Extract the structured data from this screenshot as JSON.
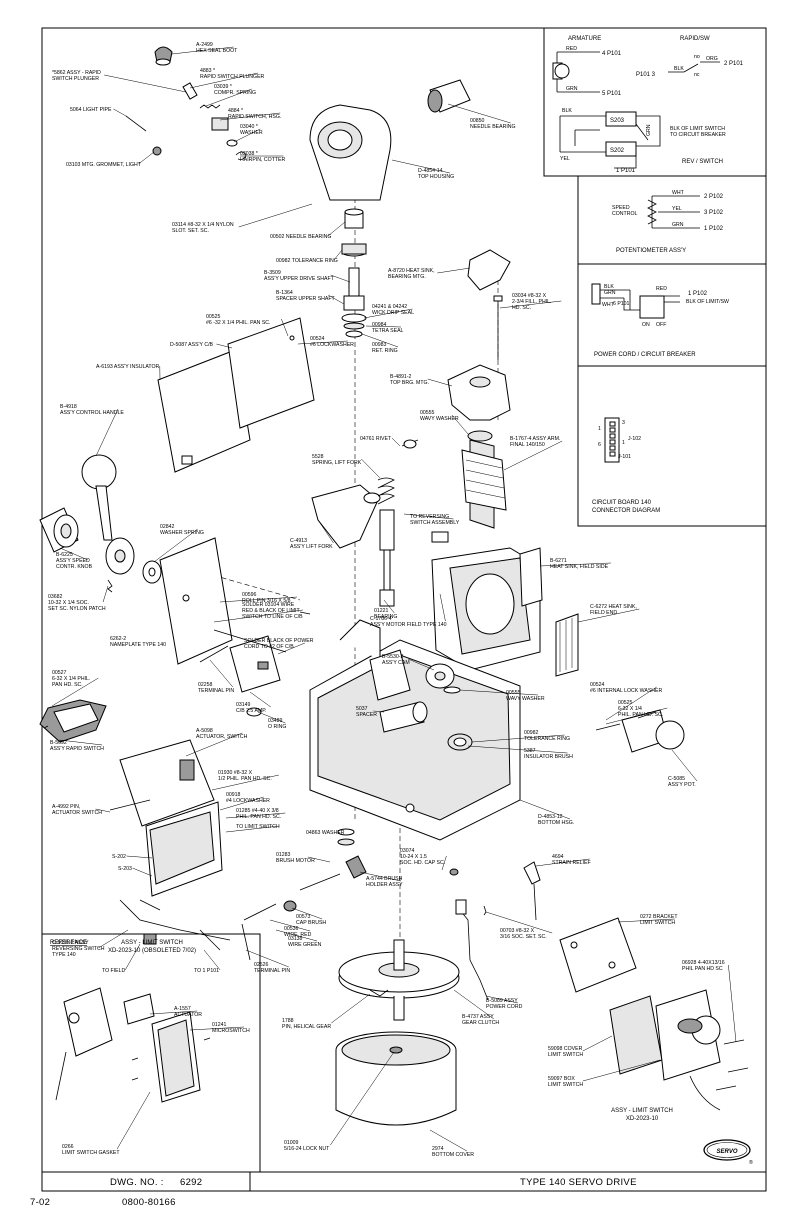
{
  "drawing": {
    "title_label": "TYPE 140 SERVO DRIVE",
    "dwg_no_label": "DWG. NO. :",
    "dwg_no": "6292",
    "date": "7-02",
    "part_no": "0800-80166",
    "logo_text": "SERVO"
  },
  "schematics": {
    "armature": {
      "title": "ARMATURE",
      "red": "RED",
      "grn": "GRN",
      "p4": "4  P101",
      "p5": "5  P101"
    },
    "rapid": {
      "title": "RAPID/SW",
      "p101_3": "P101  3",
      "blk": "BLK",
      "org": "ORG",
      "no": "no",
      "nc": "nc",
      "c": "c",
      "p2": "2  P101"
    },
    "rev": {
      "title": "REV / SWITCH",
      "s203": "S203",
      "s202": "S202",
      "blk": "BLK",
      "yel": "YEL",
      "grn": "GRN",
      "note": "BLK OF LIMIT SWITCH",
      "note2": "TO CIRCUIT BREAKER",
      "p1": "1  P101"
    },
    "pot": {
      "title": "POTENTIOMETER ASS'Y",
      "speed": "SPEED",
      "control": "CONTROL",
      "wht": "WHT",
      "yel": "YEL",
      "grn": "GRN",
      "p2": "2  P102",
      "p3": "3  P102",
      "p1": "1  P102"
    },
    "cord": {
      "title": "POWER CORD / CIRCUIT BREAKER",
      "blk": "BLK",
      "grn": "GRN",
      "wht": "WHT",
      "red": "RED",
      "p6": "6  P101",
      "p1": "1  P102",
      "blk_limit": "BLK OF LIMIT/SW",
      "on": "ON",
      "off": "OFF"
    },
    "board": {
      "title": "CIRCUIT BOARD 140",
      "title2": "CONNECTOR DIAGRAM",
      "j102": "J-102",
      "j101": "J-101",
      "n1": "1",
      "n3": "3",
      "n6": "6",
      "n1b": "1"
    }
  },
  "reference": {
    "header": "REFERENCE",
    "title": "ASSY - LIMIT SWITCH",
    "subtitle": "XD-2023-10 (OBSOLETED 7/02)"
  },
  "limit_assy": {
    "title": "ASSY - LIMIT SWITCH",
    "subtitle": "XD-2023-10"
  },
  "callouts": [
    {
      "id": "c01",
      "lines": [
        "A-2499",
        "HEX SEAL BOOT"
      ]
    },
    {
      "id": "c02",
      "lines": [
        "*5862 ASSY - RAPID",
        "SWITCH PLUNGER"
      ]
    },
    {
      "id": "c03",
      "lines": [
        "4883 *",
        "RAPID SWITCH PLUNGER"
      ]
    },
    {
      "id": "c04",
      "lines": [
        "03039 *",
        "COMPR. SPRING"
      ]
    },
    {
      "id": "c05",
      "lines": [
        "5064 LIGHT PIPE"
      ]
    },
    {
      "id": "c06",
      "lines": [
        "4884 *",
        "RAPID SWITCH, HSG."
      ]
    },
    {
      "id": "c07",
      "lines": [
        "03040 *",
        "WASHER"
      ]
    },
    {
      "id": "c08",
      "lines": [
        "03038 *",
        "HAIRPIN, COTTER"
      ]
    },
    {
      "id": "c09",
      "lines": [
        "03103 MTG. GROMMET, LIGHT"
      ]
    },
    {
      "id": "c10",
      "lines": [
        "00850",
        "NEEDLE BEARING"
      ]
    },
    {
      "id": "c11",
      "lines": [
        "D-4854-14",
        "TOP HOUSING"
      ]
    },
    {
      "id": "c12",
      "lines": [
        "03114 #8-32 X 1/4 NYLON",
        "SLOT. SET. SC."
      ]
    },
    {
      "id": "c13",
      "lines": [
        "00502 NEEDLE BEARING"
      ]
    },
    {
      "id": "c14",
      "lines": [
        "00982 TOLERANCE RING"
      ]
    },
    {
      "id": "c15",
      "lines": [
        "B-3509",
        "ASS'Y UPPER DRIVE SHAFT"
      ]
    },
    {
      "id": "c16",
      "lines": [
        "A-8720 HEAT SINK,",
        "BEARING MTG."
      ]
    },
    {
      "id": "c17",
      "lines": [
        "B-1364",
        "SPACER UPPER SHAFT"
      ]
    },
    {
      "id": "c18",
      "lines": [
        "03034 #8-32 X",
        "2-3/4 FILL. PHIL.",
        "HD. SC."
      ]
    },
    {
      "id": "c19",
      "lines": [
        "04241 & 04242",
        "WICK DRIP SEAL"
      ]
    },
    {
      "id": "c20",
      "lines": [
        "00525",
        "#6 -32 X 1/4 PHIL. PAN SC."
      ]
    },
    {
      "id": "c21",
      "lines": [
        "00984",
        "TETRA SEAL"
      ]
    },
    {
      "id": "c22",
      "lines": [
        "00524",
        "#6 LOCKWASHER"
      ]
    },
    {
      "id": "c23",
      "lines": [
        "D-5087 ASS'Y C/B"
      ]
    },
    {
      "id": "c24",
      "lines": [
        "00983",
        "RET. RING"
      ]
    },
    {
      "id": "c25",
      "lines": [
        "A-6193 ASS'Y INSULATOR"
      ]
    },
    {
      "id": "c26",
      "lines": [
        "B-4891-2",
        "TOP BRG. MTG."
      ]
    },
    {
      "id": "c27",
      "lines": [
        "00555",
        "WAVY WASHER"
      ]
    },
    {
      "id": "c28",
      "lines": [
        "B-4918",
        "ASS'Y CONTROL HANDLE"
      ]
    },
    {
      "id": "c29",
      "lines": [
        "04761 RIVET"
      ]
    },
    {
      "id": "c30",
      "lines": [
        "5528",
        "SPRING, LIFT FORK"
      ]
    },
    {
      "id": "c31",
      "lines": [
        "B-1767-4 ASSY ARM.",
        "FINAL 140/150"
      ]
    },
    {
      "id": "c32",
      "lines": [
        "TO REVERSING",
        "SWITCH ASSEMBLY"
      ]
    },
    {
      "id": "c33",
      "lines": [
        "C-4913",
        "ASS'Y LIFT FORK"
      ]
    },
    {
      "id": "c34",
      "lines": [
        "02842",
        "WASHER SPRING"
      ]
    },
    {
      "id": "c35",
      "lines": [
        "B-6225",
        "ASS'Y SPEED",
        "CONTR. KNOB"
      ]
    },
    {
      "id": "c36",
      "lines": [
        "B-6271",
        "HEAT SINK, FIELD SIDE"
      ]
    },
    {
      "id": "c37",
      "lines": [
        "01221",
        "BEARING"
      ]
    },
    {
      "id": "c38",
      "lines": [
        "C-1786-4",
        "ASS'Y MOTOR FIELD TYPE 140"
      ]
    },
    {
      "id": "c39",
      "lines": [
        "03682",
        "10-32 X 1/4 SOC.",
        "SET SC. NYLON PATCH"
      ]
    },
    {
      "id": "c40",
      "lines": [
        "00596",
        "ROLL PIN 3/16 X 5/8"
      ]
    },
    {
      "id": "c41",
      "lines": [
        "SOLDER 03104 WIRE",
        "RED & BLACK OF LIMIT",
        "SWITCH TO LINE OF C/B"
      ]
    },
    {
      "id": "c42",
      "lines": [
        "C-6272 HEAT SINK,",
        "FIELD END"
      ]
    },
    {
      "id": "c43",
      "lines": [
        "6262-2",
        "NAMEPLATE TYPE 140"
      ]
    },
    {
      "id": "c44",
      "lines": [
        "SOLDER BLACK OF POWER",
        "CORD TO #2 OF C/B"
      ]
    },
    {
      "id": "c45",
      "lines": [
        "00527",
        "6-32 X 1/4 PHIL.",
        "PAN HD. SC."
      ]
    },
    {
      "id": "c46",
      "lines": [
        "02258",
        "TERMINAL PIN"
      ]
    },
    {
      "id": "c47",
      "lines": [
        "B-5530-2",
        "ASS'Y CAM"
      ]
    },
    {
      "id": "c48",
      "lines": [
        "00524",
        "#6 INTERNAL LOCK WASHER"
      ]
    },
    {
      "id": "c49",
      "lines": [
        "00525",
        "6-32 X 1/4",
        "PHIL. PAN HD. SC."
      ]
    },
    {
      "id": "c50",
      "lines": [
        "5037",
        "SPACER"
      ]
    },
    {
      "id": "c51",
      "lines": [
        "03149",
        "C/B 2.5 AMP."
      ]
    },
    {
      "id": "c52",
      "lines": [
        "03489",
        "O RING"
      ]
    },
    {
      "id": "c53",
      "lines": [
        "00555",
        "WAVY WASHER"
      ]
    },
    {
      "id": "c54",
      "lines": [
        "B-5092",
        "ASS'Y RAPID SWITCH"
      ]
    },
    {
      "id": "c55",
      "lines": [
        "A-5098",
        "ACTUATOR, SWITCH"
      ]
    },
    {
      "id": "c56",
      "lines": [
        "00982",
        "TOLERANCE RING"
      ]
    },
    {
      "id": "c57",
      "lines": [
        "5387",
        "INSULATOR BRUSH"
      ]
    },
    {
      "id": "c58",
      "lines": [
        "C-5085",
        "ASS'Y POT."
      ]
    },
    {
      "id": "c59",
      "lines": [
        "01930 #8-32 X",
        "1/2 PHIL. PAN HD. SC."
      ]
    },
    {
      "id": "c60",
      "lines": [
        "A-4992 PIN,",
        "ACTUATOR SWITCH"
      ]
    },
    {
      "id": "c61",
      "lines": [
        "00918",
        "#4 LOCKWASHER"
      ]
    },
    {
      "id": "c62",
      "lines": [
        "01285 #4-40 X 3/8",
        "PHIL. PAN HD. SC."
      ]
    },
    {
      "id": "c63",
      "lines": [
        "D-4853-12",
        "BOTTOM HSG."
      ]
    },
    {
      "id": "c64",
      "lines": [
        "TO LIMIT SWITCH"
      ]
    },
    {
      "id": "c65",
      "lines": [
        "04863 WASHER"
      ]
    },
    {
      "id": "c66",
      "lines": [
        "01283",
        "BRUSH MOTOR"
      ]
    },
    {
      "id": "c67",
      "lines": [
        "03074",
        "10-24 X 1.5",
        "SOC. HD. CAP SC."
      ]
    },
    {
      "id": "c68",
      "lines": [
        "4694",
        "STRAIN RELIEF"
      ]
    },
    {
      "id": "c69",
      "lines": [
        "S-202"
      ]
    },
    {
      "id": "c70",
      "lines": [
        "S-203"
      ]
    },
    {
      "id": "c71",
      "lines": [
        "A-5744 BRUSH",
        "HOLDER ASSY"
      ]
    },
    {
      "id": "c72",
      "lines": [
        "00573",
        "CAP BRUSH"
      ]
    },
    {
      "id": "c73",
      "lines": [
        "00536",
        "WIRE, RED"
      ]
    },
    {
      "id": "c74",
      "lines": [
        "03138",
        "WIRE GREEN"
      ]
    },
    {
      "id": "c75",
      "lines": [
        "0272 BRACKET",
        "LIMIT SWITCH"
      ]
    },
    {
      "id": "c76",
      "lines": [
        "C-5091-2 ASSY",
        "REVERSING SWITCH",
        "TYPE 140"
      ]
    },
    {
      "id": "c77",
      "lines": [
        "02526",
        "TERMINAL PIN"
      ]
    },
    {
      "id": "c78",
      "lines": [
        "00703 #8-32 X",
        "3/16 SOC. SET. SC."
      ]
    },
    {
      "id": "c79",
      "lines": [
        "06928 4-40X13/16",
        "PHIL PAN HD SC"
      ]
    },
    {
      "id": "c80",
      "lines": [
        "TO FIELD"
      ]
    },
    {
      "id": "c81",
      "lines": [
        "TO 1 P101"
      ]
    },
    {
      "id": "c82",
      "lines": [
        "B-5089 ASSY",
        "POWER CORD"
      ]
    },
    {
      "id": "c83",
      "lines": [
        "1788",
        "PIN, HELICAL GEAR"
      ]
    },
    {
      "id": "c84",
      "lines": [
        "B-4737 ASSY",
        "GEAR CLUTCH"
      ]
    },
    {
      "id": "c85",
      "lines": [
        "59098 COVER",
        "LIMIT SWITCH"
      ]
    },
    {
      "id": "c86",
      "lines": [
        "59097 BOX",
        "LIMIT SWITCH"
      ]
    },
    {
      "id": "c87",
      "lines": [
        "A-1557",
        "ACTUATOR"
      ]
    },
    {
      "id": "c88",
      "lines": [
        "01241",
        "MICROSWITCH"
      ]
    },
    {
      "id": "c89",
      "lines": [
        "0266",
        "LIMIT SWITCH GASKET"
      ]
    },
    {
      "id": "c90",
      "lines": [
        "01009",
        "5/16-24 LOCK NUT"
      ]
    },
    {
      "id": "c91",
      "lines": [
        "2974",
        "BOTTOM COVER"
      ]
    }
  ]
}
